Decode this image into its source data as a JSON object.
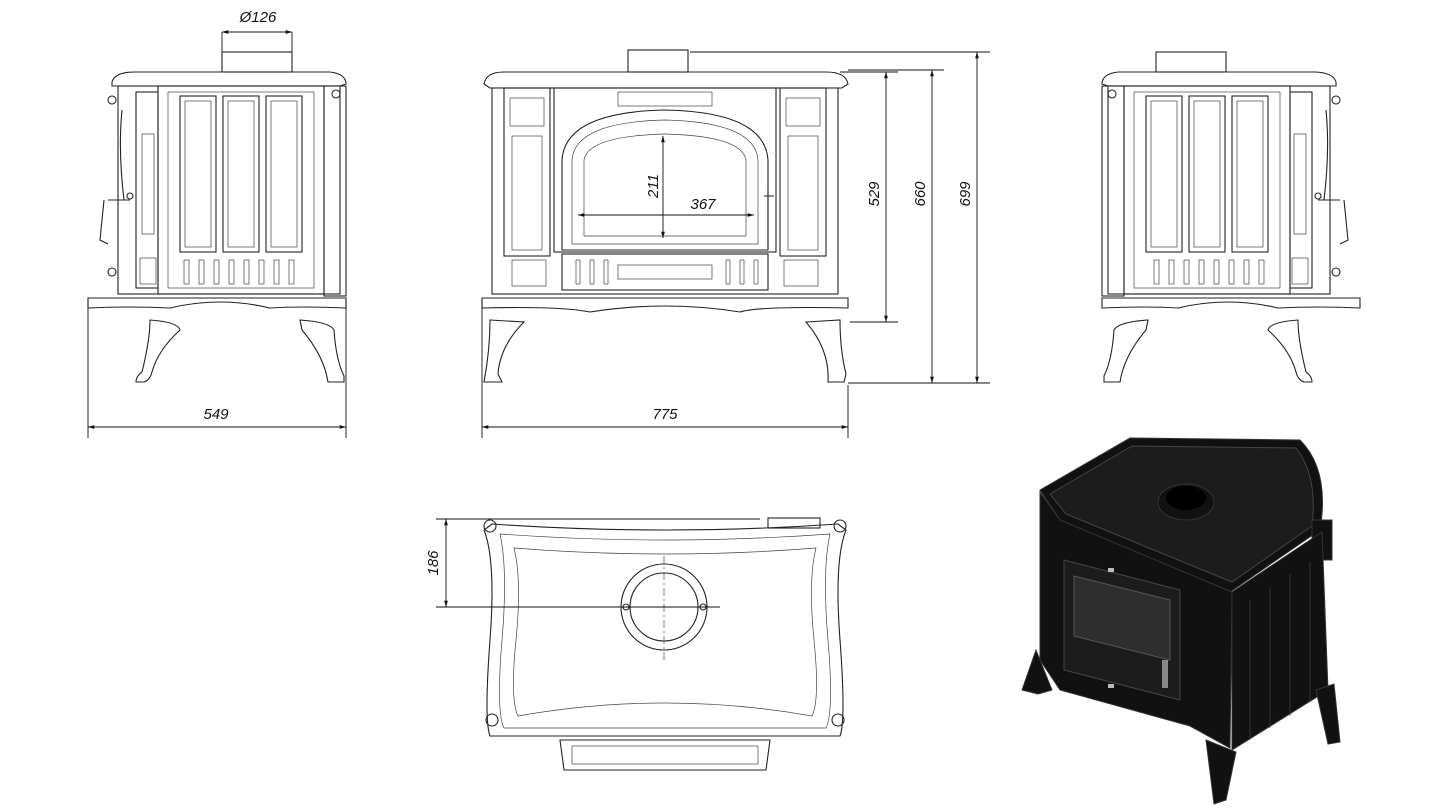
{
  "drawing": {
    "dimensions": {
      "flue_diameter": "Ø126",
      "side_depth": "549",
      "front_width": "775",
      "window_height": "211",
      "window_width": "367",
      "flue_axis_height": "529",
      "top_height": "660",
      "total_height": "699",
      "flue_offset": "186"
    }
  }
}
